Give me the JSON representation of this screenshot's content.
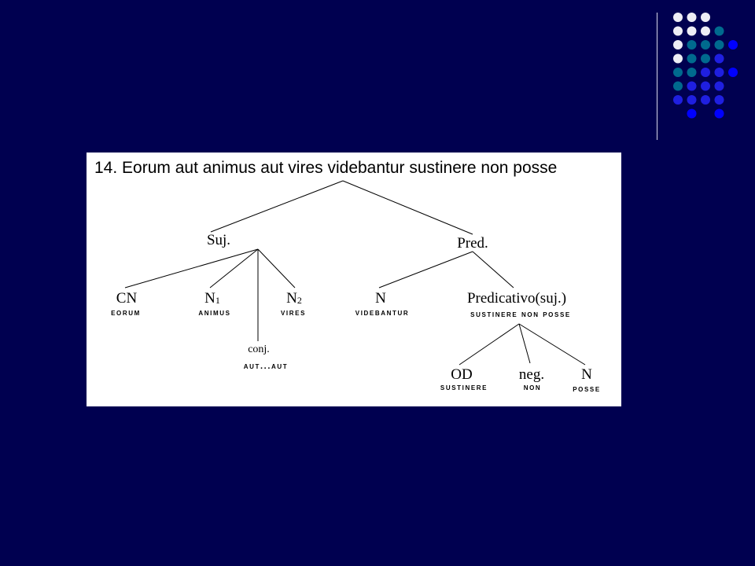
{
  "sentence": "14. Eorum aut animus aut vires videbantur sustinere non posse",
  "dot_colors": {
    "white": "#ededf5",
    "teal": "#006a8e",
    "blue": "#1f1fe0",
    "bright_blue": "#0000ff"
  },
  "nodes": {
    "suj": "Suj.",
    "pred": "Pred.",
    "cn": "CN",
    "n1_letter": "N",
    "n1_sub": "1",
    "n2_letter": "N",
    "n2_sub": "2",
    "n_verb": "N",
    "predicativo": "Predicativo(suj.)",
    "conj": "conj.",
    "od": "OD",
    "neg": "neg.",
    "n_posse": "N"
  },
  "words": {
    "eorum": "Eorum",
    "animus": "Animus",
    "vires": "Vires",
    "videbantur": "Videbantur",
    "sustinere_non_posse": "Sustinere non posse",
    "aut_aut": "aut...aut",
    "sustinere": "Sustinere",
    "non": "Non",
    "posse": "Posse"
  }
}
